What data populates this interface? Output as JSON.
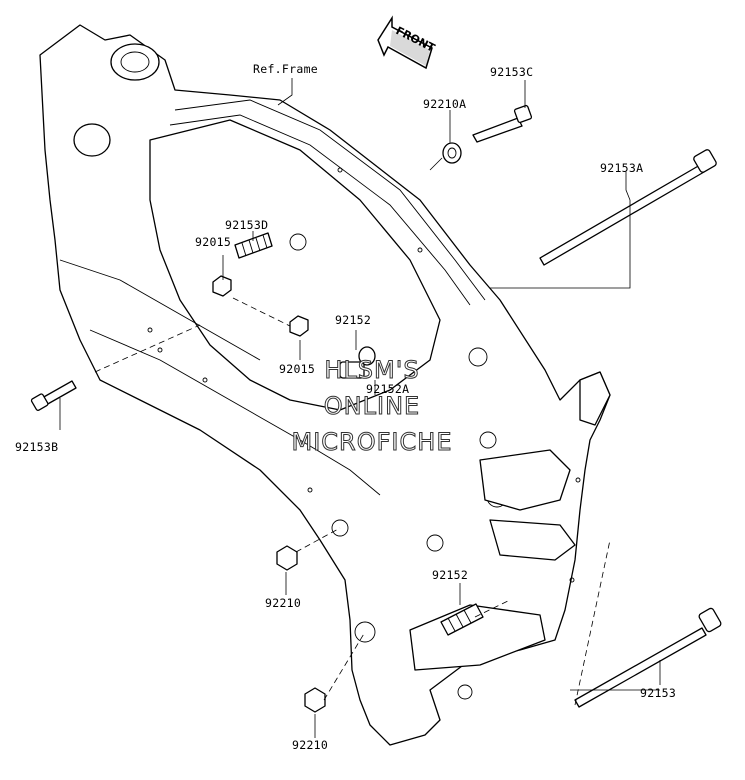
{
  "diagram": {
    "direction_label": "FRONT",
    "reference_label": "Ref.Frame",
    "watermark": [
      "HLSM'S",
      "ONLINE",
      "MICROFICHE"
    ],
    "parts": {
      "p92153C": "92153C",
      "p92210A": "92210A",
      "p92153A": "92153A",
      "p92153D": "92153D",
      "p92015_top": "92015",
      "p92152_top": "92152",
      "p92015_mid": "92015",
      "p92152A": "92152A",
      "p92153B": "92153B",
      "p92210_mid": "92210",
      "p92152_low": "92152",
      "p92153": "92153",
      "p92210_low": "92210"
    }
  }
}
